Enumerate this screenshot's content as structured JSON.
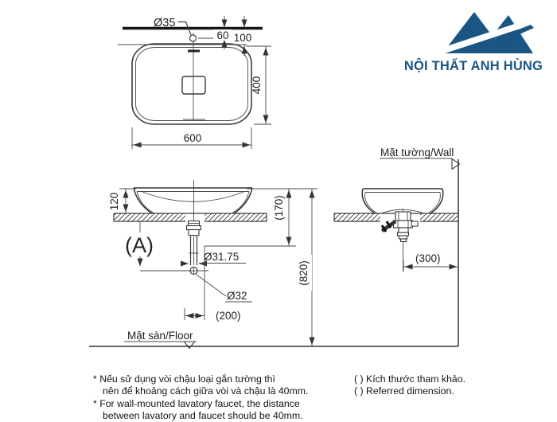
{
  "logo": {
    "name": "NỘI THẤT ANH HÙNG"
  },
  "top_view": {
    "hole_dia": "Ø35",
    "hole_to_wall": "60",
    "rim_to_wall": "100",
    "depth": "400",
    "width": "600"
  },
  "front_view": {
    "detail_label": "(A)",
    "rim_height": "120",
    "rim_to_trap": "(170)",
    "rim_to_floor": "(820)",
    "tail_dia": "Ø31.75",
    "trap_dia": "Ø32",
    "center_offset": "(200)",
    "floor_label": "Mặt sàn/Floor"
  },
  "side_view": {
    "wall_label": "Mặt tường/Wall",
    "drain_to_wall": "(300)"
  },
  "notes": {
    "vi_line1": "* Nếu sử dụng vòi chậu loại gắn tường thì",
    "vi_line2": "nên để khoảng cách giữa vòi và chậu là 40mm.",
    "en_line1": "* For wall-mounted lavatory faucet, the distance",
    "en_line2": "between lavatory and faucet should be 40mm.",
    "ref_vi": "( ) Kích thước tham khảo.",
    "ref_en": "( ) Referred dimension."
  },
  "colors": {
    "logo_blue": "#1b5583",
    "line": "#3b3b3b"
  }
}
